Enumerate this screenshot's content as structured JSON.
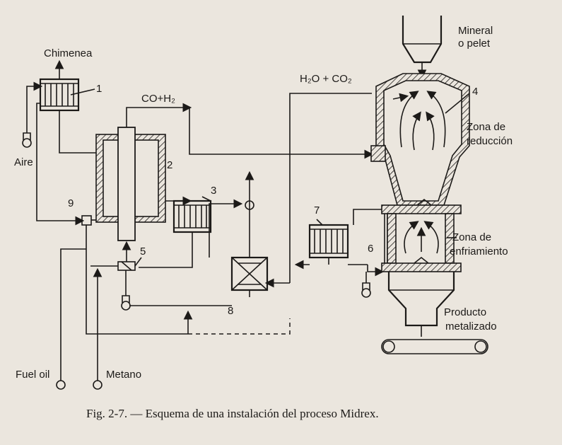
{
  "labels": {
    "chimenea": "Chimenea",
    "aire": "Aire",
    "co_h2": "CO+H₂",
    "h2o_co2": "H₂O + CO₂",
    "mineral_line1": "Mineral",
    "mineral_line2": "o pelet",
    "zona_reduccion_line1": "Zona de",
    "zona_reduccion_line2": "reducción",
    "zona_enfriamiento_line1": "Zona de",
    "zona_enfriamiento_line2": "enfriamiento",
    "producto_line1": "Producto",
    "producto_line2": "metalizado",
    "fuel_oil": "Fuel oil",
    "metano": "Metano"
  },
  "numbers": {
    "n1": "1",
    "n2": "2",
    "n3": "3",
    "n4": "4",
    "n5": "5",
    "n6": "6",
    "n7": "7",
    "n8": "8",
    "n9": "9"
  },
  "caption": "Fig. 2-7. — Esquema de una instalación del proceso Midrex."
}
